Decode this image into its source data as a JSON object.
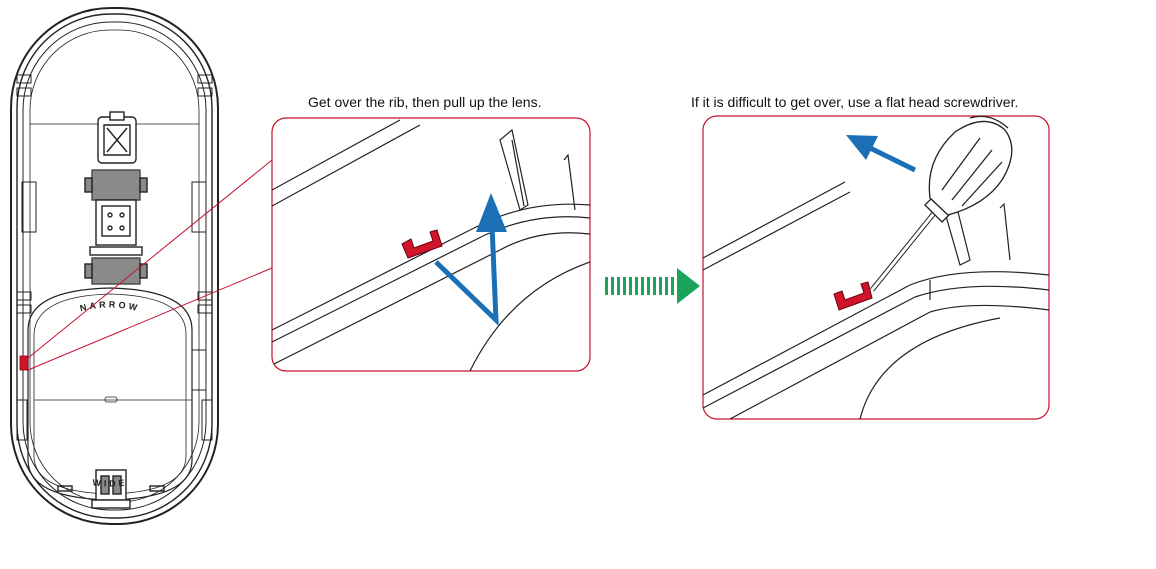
{
  "captions": {
    "step1": "Get over the rib, then pull up the lens.",
    "step2": "If it is difficult to get over, use a flat head screwdriver."
  },
  "housing_labels": {
    "top": "NARROW",
    "bottom": "WIDE"
  },
  "colors": {
    "outline": "#222222",
    "callout_border": "#c8102e",
    "clip_fill": "#d0142a",
    "arrow_blue": "#1a6fb5",
    "arrow_green": "#1aa35a",
    "block_gray": "#8a8a8a"
  },
  "icons": {
    "pull_arrow": "arrow-up-icon",
    "next_step": "dashed-arrow-right-icon",
    "tool": "screwdriver-icon"
  }
}
